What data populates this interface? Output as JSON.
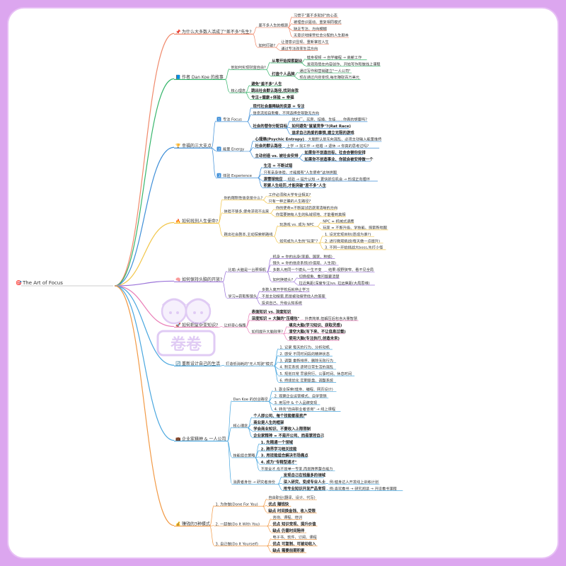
{
  "root": "The Art of Focus",
  "colors": {
    "page_bg": "#dca6ef",
    "b1": "#f08a6c",
    "b2": "#37b66c",
    "b3": "#3f8fd8",
    "b4": "#f2c64a",
    "b5": "#9b73d9",
    "b6": "#ea7fb8",
    "b7": "#4aa7df",
    "b8": "#f29a46"
  },
  "branches": [
    {
      "id": "b1",
      "label": "为什么大多数人活成了\"差不多\"先生?",
      "icon": "pin-icon",
      "color": "#f08a6c",
      "children": [
        {
          "label": "差不多人生的根源",
          "children": [
            {
              "label": "习惯于\"差不多就好\"的心态"
            },
            {
              "label": "被理查识驱动、重复相同模式"
            },
            {
              "label": "缺乏专注、方向模糊"
            },
            {
              "label": "无意识地接受社会分配的人生剧本"
            }
          ]
        },
        {
          "label": "如何打破?",
          "children": [
            {
              "label": "让潜意识显现、重新掌控人生"
            },
            {
              "label": "通过专注改变生活方向"
            }
          ]
        }
      ]
    },
    {
      "id": "b2",
      "label": "作者 Dan Koe 的故事",
      "icon": "book-icon",
      "color": "#37b66c",
      "children": [
        {
          "label": "他如何实现财富自由?",
          "children": [
            {
              "label": "从零开始探索副业",
              "bold": true,
              "children": [
                {
                  "label": "健身视频 → 自学编程 → 高薪工作"
                },
                {
                  "label": "发现热情在内容创作、开始写作和做线上课程"
                }
              ]
            },
            {
              "label": "打造个人品牌",
              "bold": true,
              "children": [
                {
                  "label": "通过写作和营销建立\"一人公司\""
                },
                {
                  "label": "现在通过内容变现,每年赚取百万美元"
                }
              ]
            }
          ]
        },
        {
          "label": "核心理念",
          "children": [
            {
              "label": "避免\"差不多\"人生",
              "bold": true
            },
            {
              "label": "跳出社会默认路径,找到自我",
              "bold": true
            },
            {
              "label": "专注+健康+体验 = 幸福",
              "bold": true
            }
          ]
        }
      ]
    },
    {
      "id": "b3",
      "label": "幸福的三大支点",
      "icon": "trophy-icon",
      "color": "#3f8fd8",
      "children": [
        {
          "label": "专注 Focus",
          "num": "1",
          "children": [
            {
              "label": "现代社会最稀缺的资源 = 专注",
              "bold": true
            },
            {
              "label": "信息流如自助餐、不同选择会导致无方向"
            },
            {
              "label": "社会的替你分配目标",
              "bold": true,
              "children": [
                {
                  "label": "说大厂、买房、结婚、生娃……你真的想要吗?"
                },
                {
                  "label": "如何避免\"鼠鼠竞争\"?(Rat Race)",
                  "bold": true
                },
                {
                  "label": "追求自己热爱的事情,建立无限的游戏",
                  "bold": true
                }
              ]
            }
          ]
        },
        {
          "label": "能量 Energy",
          "num": "2",
          "children": [
            {
              "label": "心理熵(Psychic Entropy)",
              "bold": true,
              "children": [
                {
                  "label": "大脑默认是无向混乱、必须主动输入能量维持"
                }
              ]
            },
            {
              "label": "社会的默认路径",
              "bold": true,
              "children": [
                {
                  "label": "上学 → 找工作 → 结婚 → 退休 → 你真的思考过吗?"
                }
              ]
            },
            {
              "label": "主动创造 vs. 被社会安排",
              "bold": true,
              "children": [
                {
                  "label": "如果你不创造目标、社会会替你安排",
                  "bold": true
                },
                {
                  "label": "如果你不创造事业、你就会被安排做一个",
                  "bold": true
                }
              ]
            }
          ]
        },
        {
          "label": "体验 Experience",
          "num": "3",
          "children": [
            {
              "label": "生活 = 不断试错",
              "bold": true
            },
            {
              "label": "只有亲身体验、才能拥有\"人生使命\"这块拼图"
            },
            {
              "label": "滚雪球效应",
              "bold": true,
              "children": [
                {
                  "label": "经验 → 提升认知 → 更快抓住机会 → 形成正向循环"
                }
              ]
            },
            {
              "label": "积累人生经历,才能突破\"差不多\"人生",
              "bold": true
            }
          ]
        }
      ]
    },
    {
      "id": "b4",
      "label": "如何找到人生使命?",
      "icon": "fire-icon",
      "color": "#f2c64a",
      "children": [
        {
          "label": "你的限制性信念是什么?",
          "children": [
            {
              "label": "工作必须和大学专业相关?"
            },
            {
              "label": "只有一种正确的人生路径?"
            }
          ]
        },
        {
          "label": "体验不够多,使命浮现不出来",
          "children": [
            {
              "label": "你的使命=不断尝试后逐渐清晰的方向"
            },
            {
              "label": "你需要拥有人生的私域领地、才能看到真相"
            }
          ]
        },
        {
          "label": "跳出社会剧本,主动探索新路线",
          "children": [
            {
              "label": "玩游戏 vs. 成为 NPC",
              "children": [
                {
                  "label": "NPC = 机械式适應"
                },
                {
                  "label": "玩家 = 不断升级、学技能、探索新地图"
                }
              ]
            },
            {
              "label": "如何成为人生的\"玩家\"?",
              "children": [
                {
                  "label": "1. 设定宏观目标(愿成为谁?)"
                },
                {
                  "label": "2. 进行微观挑战(每天做一点提升)"
                },
                {
                  "label": "3. 不同一开始挑战大boss,先打小怪"
                }
              ]
            }
          ]
        }
      ]
    },
    {
      "id": "b5",
      "label": "如何保持头脑的开放?",
      "icon": "brain-icon",
      "color": "#9b73d9",
      "children": [
        {
          "label": "比喻:大脑是一台照相机",
          "children": [
            {
              "label": "机身 = 你的出身(家庭、国家、种族)"
            },
            {
              "label": "镜头 = 你的信念系统(价值观、人生观)"
            },
            {
              "label": "多数人用同一个镜头,一生不变",
              "children": [
                {
                  "label": "结果:视野狭窄、看不见全局"
                }
              ]
            },
            {
              "label": "如何换镜头?",
              "children": [
                {
                  "label": "切换视角、看问题更清楚"
                },
                {
                  "label": "拉近焦距(深度专注)vs. 拉远焦距(大局思维)"
                }
              ]
            }
          ]
        },
        {
          "label": "学习=获取新镜头",
          "children": [
            {
              "label": "多数人离开学校后就停止学习"
            },
            {
              "label": "不是主动搜索,而是被动接受他人的答案"
            },
            {
              "label": "投资自己、升级认知系统"
            }
          ]
        }
      ]
    },
    {
      "id": "b6",
      "label": "如何把复杂变知识?",
      "icon": "rocket-icon",
      "color": "#ea7fb8",
      "children": [
        {
          "label": "让好奇心指路",
          "children": [
            {
              "label": "表面知识 vs. 深度知识",
              "bold": true
            },
            {
              "label": "深度知识 = 大脑的\"压缩包\"",
              "bold": true,
              "children": [
                {
                  "label": "外表简单,但解压后包含大量智慧"
                }
              ]
            },
            {
              "label": "如何提升大脑效率?",
              "children": [
                {
                  "label": "填充大脑(学习知识、获取灵感)",
                  "bold": true
                },
                {
                  "label": "清空大脑(写下来、不让信息过载)",
                  "bold": true
                },
                {
                  "label": "使用大脑(专注执行,创造未来)",
                  "bold": true
                }
              ]
            }
          ]
        }
      ]
    },
    {
      "id": "b7",
      "label": "重新设计自己的生活",
      "icon": "refresh-icon",
      "color": "#4aa7df",
      "children": [
        {
          "label": "打造低消耗的\"无人驾驶\"模式",
          "children": [
            {
              "label": "1. 记录 每天的行为、分析动机"
            },
            {
              "label": "2. 感受 不同时间段的精神状态"
            },
            {
              "label": "3. 调整 重新排序、删除无效行为"
            },
            {
              "label": "4. 制定系统 逐转日常生活的混乱"
            },
            {
              "label": "5. 规划日常 早晨例行、公事时间、休息时间"
            },
            {
              "label": "6. 持续优化 定期复盘、调整系统"
            }
          ]
        }
      ]
    },
    {
      "id": "b8",
      "label": "企业家精神 & 一人公司",
      "icon": "briefcase-icon",
      "color": "#4aa7df",
      "children": [
        {
          "label": "Dan Koe 的创业路径",
          "children": [
            {
              "label": "1. 副业探索(健身、编程、网页设计)"
            },
            {
              "label": "2. 观察企业运营模式、自学营销"
            },
            {
              "label": "3. 用写作 & 个人品牌变现"
            },
            {
              "label": "4. 转向\"自由职业者咨询\" → 线上课程"
            }
          ]
        },
        {
          "label": "核心理念",
          "children": [
            {
              "label": "个人即公司、每个技能都是资产",
              "bold": true
            },
            {
              "label": "商业是人生的框架",
              "bold": true
            },
            {
              "label": "学会商业知识、不要收入上限限制",
              "bold": true
            },
            {
              "label": "企业家精神 = 不是开公司、而是掌控自己",
              "bold": true
            }
          ]
        },
        {
          "label": "技能组合策略",
          "children": [
            {
              "label": "1. 先精通一个领域",
              "bold": true
            },
            {
              "label": "2. 跨界学习相关技能",
              "bold": true
            },
            {
              "label": "3. 用技能组合解决市场痛点",
              "bold": true
            },
            {
              "label": "4. 成为\"专精型通才\"",
              "bold": true
            },
            {
              "label": "不是全才,也不是单一专家,而是跨界整合能力"
            }
          ]
        },
        {
          "label": "消费者身份 → 研究者身份",
          "children": [
            {
              "label": "发现自己在钱最多的领域",
              "bold": true
            },
            {
              "label": "深入研究、变成专业人士",
              "bold": true,
              "children": [
                {
                  "label": "例:健身达人开发线上训练计划"
                }
              ]
            },
            {
              "label": "用专业知识开发产品变现",
              "bold": true,
              "children": [
                {
                  "label": "例:喜欢看书 → 研究阅读 → 开设看书课程"
                }
              ]
            }
          ]
        }
      ]
    },
    {
      "id": "b9",
      "label": "赚钱的3种模式",
      "icon": "moneybag-icon",
      "color": "#f29a46",
      "children": [
        {
          "label": "1. 为你做(Done For You)",
          "children": [
            {
              "label": "自由职业(翻译、设计、代写)"
            },
            {
              "label": "优点  赚钱快",
              "bold": true
            },
            {
              "label": "缺点  时间换金钱、收入受限",
              "bold": true
            }
          ]
        },
        {
          "label": "2. 一起做(Do It With You)",
          "children": [
            {
              "label": "咨询、课程、培训"
            },
            {
              "label": "优点  知识变现、提升价值",
              "bold": true
            },
            {
              "label": "缺点  仍需时间陪伴",
              "bold": true
            }
          ]
        },
        {
          "label": "3. 自己做(Do It Yourself)",
          "children": [
            {
              "label": "电子书、软件、订阅、课程"
            },
            {
              "label": "优点  可复制、可被动收入",
              "bold": true
            },
            {
              "label": "缺点  需要前期积累",
              "bold": true
            }
          ]
        }
      ]
    }
  ],
  "watermark": {
    "text": "卷卷"
  }
}
